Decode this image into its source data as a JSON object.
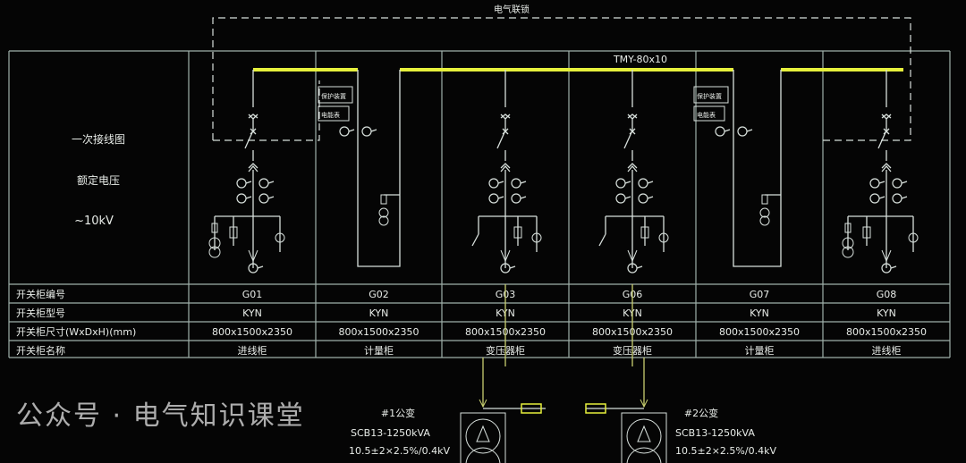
{
  "title": "电气联锁",
  "busbar_label": "TMY-80x10",
  "left_panel": {
    "diagram_label": "一次接线图",
    "voltage_label": "额定电压",
    "voltage_value": "~10kV"
  },
  "row_headers": [
    "开关柜编号",
    "开关柜型号",
    "开关柜尺寸(WxDxH)(mm)",
    "开关柜名称"
  ],
  "cabinets": [
    {
      "id": "G01",
      "model": "KYN",
      "size": "800x1500x2350",
      "name": "进线柜",
      "type": "incoming"
    },
    {
      "id": "G02",
      "model": "KYN",
      "size": "800x1500x2350",
      "name": "计量柜",
      "type": "metering"
    },
    {
      "id": "G03",
      "model": "KYN",
      "size": "800x1500x2350",
      "name": "变压器柜",
      "type": "transformer"
    },
    {
      "id": "G06",
      "model": "KYN",
      "size": "800x1500x2350",
      "name": "变压器柜",
      "type": "transformer"
    },
    {
      "id": "G07",
      "model": "KYN",
      "size": "800x1500x2350",
      "name": "计量柜",
      "type": "metering"
    },
    {
      "id": "G08",
      "model": "KYN",
      "size": "800x1500x2350",
      "name": "进线柜",
      "type": "incoming"
    }
  ],
  "device_labels": [
    "保护装置",
    "电能表"
  ],
  "transformers": [
    {
      "name": "#1公变",
      "model": "SCB13-1250kVA",
      "ratio": "10.5±2×2.5%/0.4kV"
    },
    {
      "name": "#2公变",
      "model": "SCB13-1250kVA",
      "ratio": "10.5±2×2.5%/0.4kV"
    }
  ],
  "watermark": "公众号 · 电气知识课堂",
  "colors": {
    "line": "#d8e0dc",
    "busbar": "#e6f03c",
    "feeder": "#c8d070",
    "background": "#050505"
  }
}
